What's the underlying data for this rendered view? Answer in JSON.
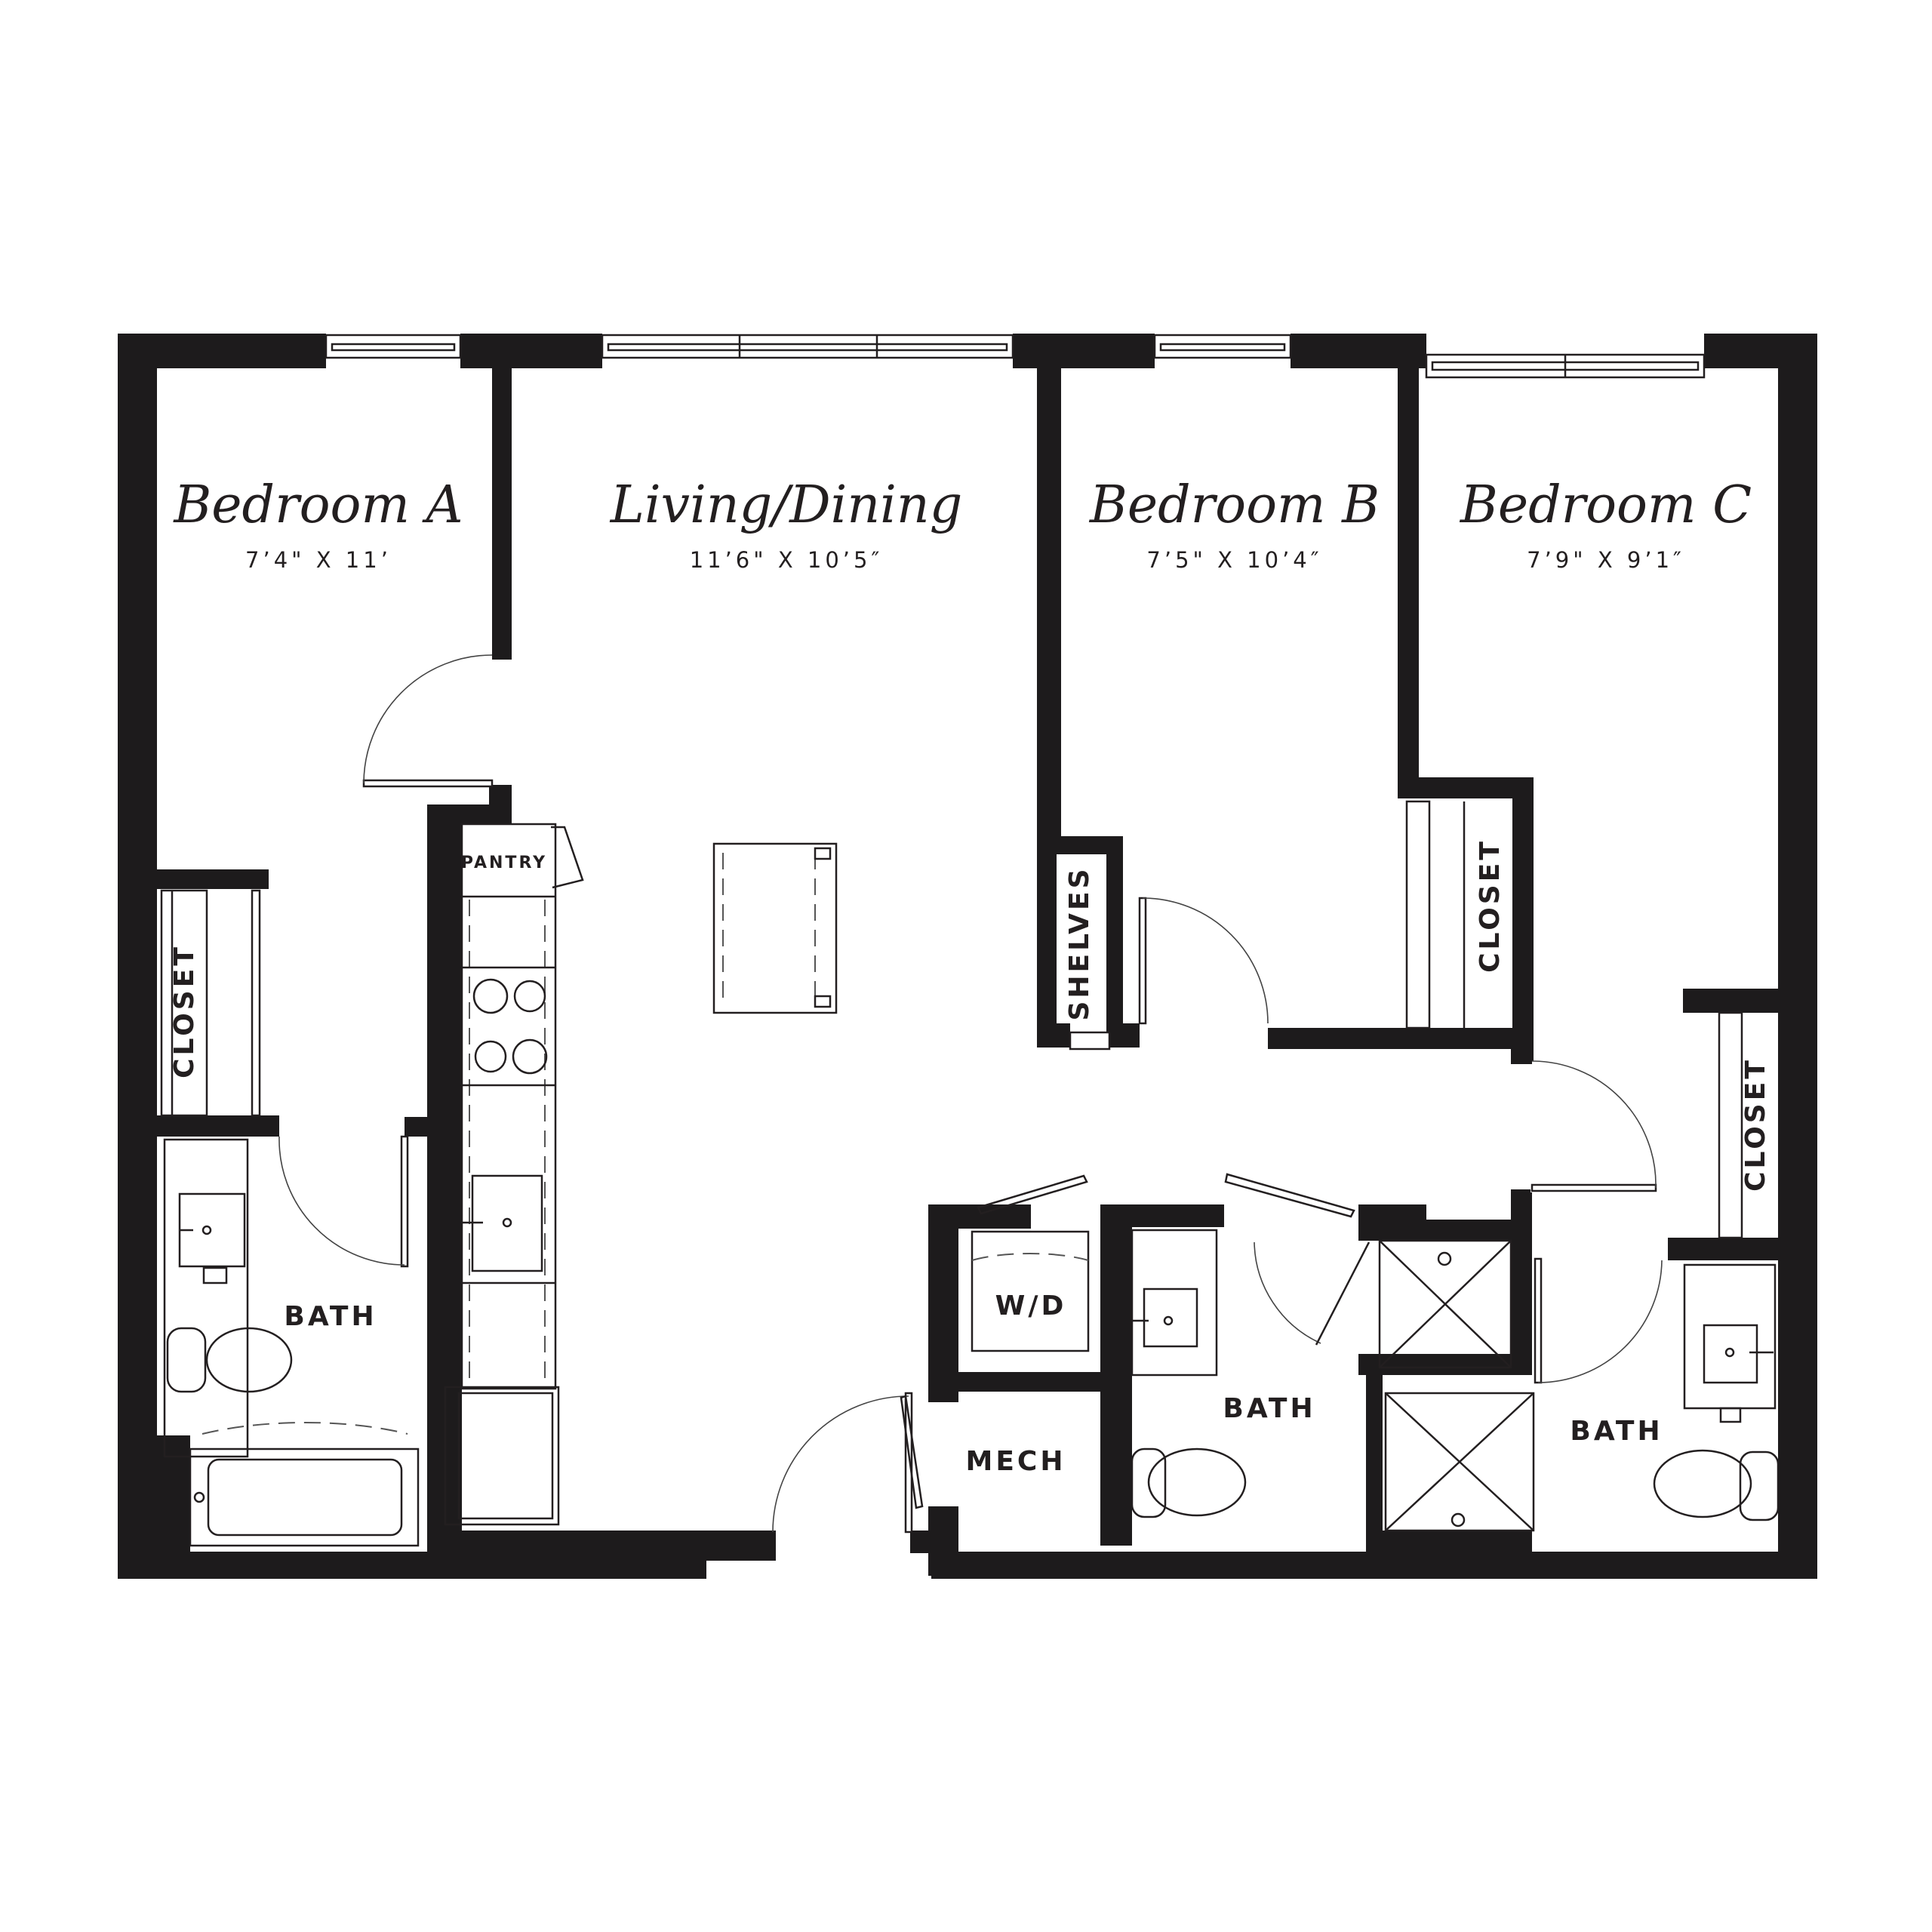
{
  "rooms": {
    "bedroom_a": {
      "name": "Bedroom A",
      "dims": "7’4\" X 11’"
    },
    "living_dining": {
      "name": "Living/Dining",
      "dims": "11’6\" X 10’5″"
    },
    "bedroom_b": {
      "name": "Bedroom B",
      "dims": "7’5\" X 10’4″"
    },
    "bedroom_c": {
      "name": "Bedroom C",
      "dims": "7’9\" X 9’1″"
    }
  },
  "labels": {
    "pantry": "PANTRY",
    "closet": "CLOSET",
    "shelves": "SHELVES",
    "bath": "BATH",
    "wd": "W/D",
    "mech": "MECH"
  },
  "colors": {
    "wall": "#1d1b1c",
    "line": "#231f20",
    "background": "#ffffff"
  }
}
